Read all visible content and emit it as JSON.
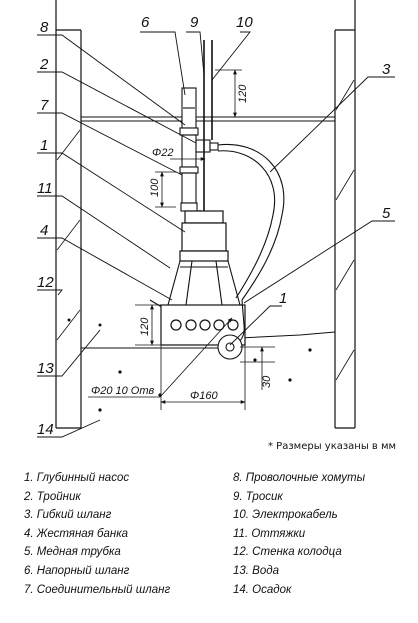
{
  "callouts": [
    "1",
    "2",
    "3",
    "4",
    "5",
    "6",
    "7",
    "8",
    "9",
    "10",
    "11",
    "12",
    "13",
    "14"
  ],
  "dimensions": {
    "d120_top": "120",
    "phi22": "Φ22",
    "d100": "100",
    "d120_can": "120",
    "phi20": "Φ20  10 Отв",
    "phi160": "Φ160",
    "d30": "30"
  },
  "note": "* Размеры указаны в мм",
  "legend_left": [
    "1. Глубинный насос",
    "2. Тройник",
    "3. Гибкий шланг",
    "4. Жестяная банка",
    "5. Медная трубка",
    "6. Напорный шланг",
    "7. Соединительный шланг"
  ],
  "legend_right": [
    "8. Проволочные хомуты",
    "9. Тросик",
    "10. Электрокабель",
    "11. Оттяжки",
    "12. Стенка колодца",
    "13. Вода",
    "14. Осадок"
  ]
}
